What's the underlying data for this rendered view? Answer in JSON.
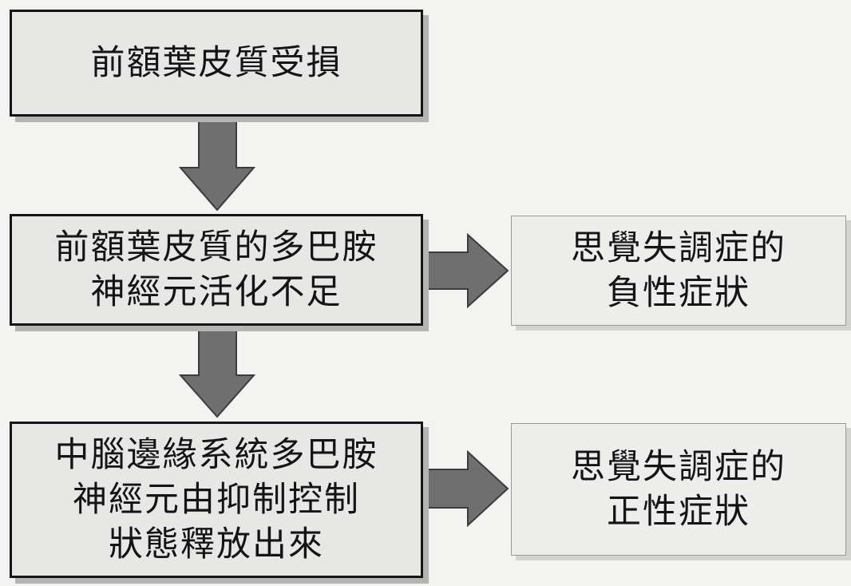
{
  "boxes": {
    "damage": {
      "lines": [
        "前額葉皮質受損"
      ]
    },
    "prefrontal": {
      "lines": [
        "前額葉皮質的多巴胺",
        "神經元活化不足"
      ]
    },
    "mesolimbic": {
      "lines": [
        "中腦邊緣系統多巴胺",
        "神經元由抑制控制",
        "狀態釋放出來"
      ]
    },
    "negative": {
      "lines": [
        "思覺失調症的",
        "負性症狀"
      ]
    },
    "positive": {
      "lines": [
        "思覺失調症的",
        "正性症狀"
      ]
    }
  },
  "colors": {
    "arrow": "#6f6f6f",
    "arrow_edge": "#3c3c3c",
    "main_border": "#151515",
    "side_border": "#9a9a98"
  }
}
